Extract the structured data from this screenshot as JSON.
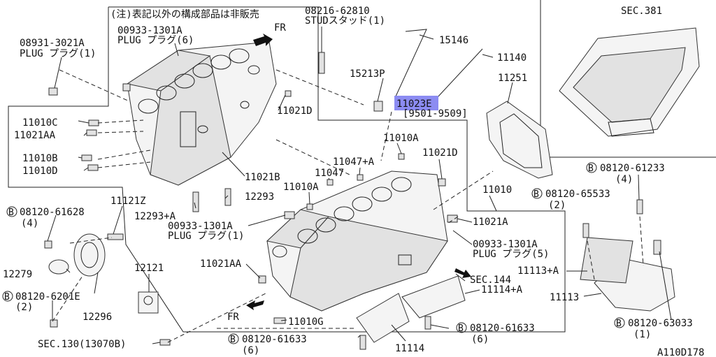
{
  "header_note": "(注)表記以外の構成部品は非販売",
  "diagram_id": "A110D178",
  "fr_marker": "FR",
  "bolt_marker": "B",
  "highlighted_part": "11023E",
  "parts": {
    "p08931": {
      "number": "08931-3021A",
      "name": "PLUG プラグ(1)"
    },
    "p00933_top": {
      "number": "00933-1301A",
      "name": "PLUG プラグ(6)"
    },
    "p08216": {
      "number": "08216-62810",
      "name": "STUDスタッド(1)"
    },
    "p15146": {
      "number": "15146"
    },
    "p11140": {
      "number": "11140"
    },
    "p15213P": {
      "number": "15213P"
    },
    "p11023E": {
      "number": "11023E",
      "range": "[9501-9509]"
    },
    "p11251": {
      "number": "11251"
    },
    "p11010C": {
      "number": "11010C"
    },
    "p11021AA_top": {
      "number": "11021AA"
    },
    "p11010B": {
      "number": "11010B"
    },
    "p11010D": {
      "number": "11010D"
    },
    "p11021D_top": {
      "number": "11021D"
    },
    "p11021B": {
      "number": "11021B"
    },
    "p11010A_a": {
      "number": "11010A"
    },
    "p11047A": {
      "number": "11047+A"
    },
    "p11047": {
      "number": "11047"
    },
    "p11021D_mid": {
      "number": "11021D"
    },
    "p11010A_b": {
      "number": "11010A"
    },
    "p12293": {
      "number": "12293"
    },
    "p12293A": {
      "number": "12293+A"
    },
    "p11010": {
      "number": "11010"
    },
    "p11121Z": {
      "number": "11121Z"
    },
    "p08120_61628": {
      "number": "08120-61628",
      "qty": "(4)"
    },
    "p00933_mid": {
      "number": "00933-1301A",
      "name": "PLUG プラグ(1)"
    },
    "p11021A": {
      "number": "11021A"
    },
    "p00933_right": {
      "number": "00933-1301A",
      "name": "PLUG プラグ(5)"
    },
    "p12279": {
      "number": "12279"
    },
    "p12121": {
      "number": "12121"
    },
    "p11021AA_bot": {
      "number": "11021AA"
    },
    "p08120_6201E": {
      "number": "08120-6201E",
      "qty": "(2)"
    },
    "p12296": {
      "number": "12296"
    },
    "p11010G": {
      "number": "11010G"
    },
    "sec144": {
      "number": "SEC.144"
    },
    "p11114A": {
      "number": "11114+A"
    },
    "sec130": {
      "number": "SEC.130(13070B)"
    },
    "p08120_61633a": {
      "number": "08120-61633",
      "qty": "(6)"
    },
    "p11114": {
      "number": "11114"
    },
    "p08120_61633b": {
      "number": "08120-61633",
      "qty": "(6)"
    },
    "sec381": {
      "number": "SEC.381"
    },
    "p08120_61233": {
      "number": "08120-61233",
      "qty": "(4)"
    },
    "p08120_65533": {
      "number": "08120-65533",
      "qty": "(2)"
    },
    "p11113A": {
      "number": "11113+A"
    },
    "p11113": {
      "number": "11113"
    },
    "p08120_63033": {
      "number": "08120-63033",
      "qty": "(1)"
    }
  }
}
